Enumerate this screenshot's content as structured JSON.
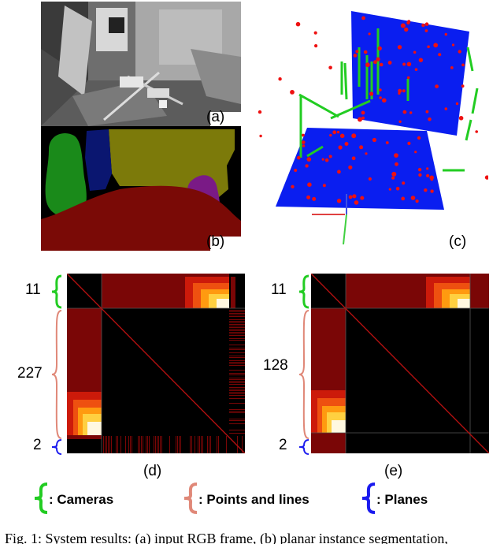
{
  "figure": {
    "panels": {
      "a": {
        "label": "(a)"
      },
      "b": {
        "label": "(b)"
      },
      "c": {
        "label": "(c)"
      },
      "d": {
        "label": "(d)",
        "row_counts": [
          "11",
          "227",
          "2"
        ]
      },
      "e": {
        "label": "(e)",
        "row_counts": [
          "11",
          "128",
          "2"
        ]
      }
    },
    "legend": [
      {
        "label": ": Cameras",
        "color": "#22cc22"
      },
      {
        "label": ": Points and lines",
        "color": "#e08878"
      },
      {
        "label": ": Planes",
        "color": "#1a1aee"
      }
    ],
    "caption_fragment": "Fig. 1:  System results: (a) input RGB frame, (b) planar instance segmentation,"
  },
  "colors": {
    "plane_blue": "#0a1ef0",
    "camera_green": "#22cc22",
    "point_red": "#ee1111",
    "matrix_dark_red": "#7a0606",
    "seg_green": "#1a8a1a",
    "seg_navy": "#0a1670",
    "seg_olive": "#7c7a0a",
    "seg_purple": "#7a1a86",
    "seg_maroon": "#7a0a06"
  }
}
